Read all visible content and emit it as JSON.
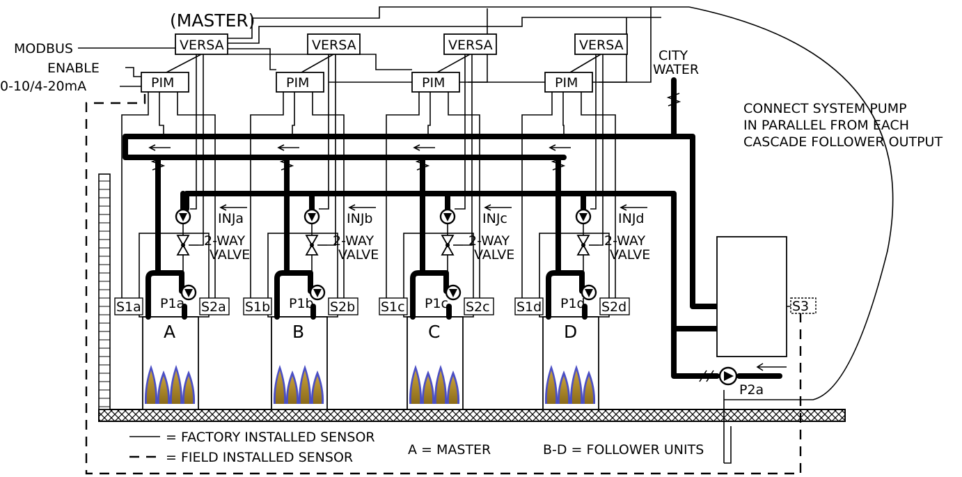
{
  "control": {
    "master_tag": "(MASTER)",
    "versa_label": "VERSA",
    "pim_label": "PIM",
    "modbus_label": "MODBUS",
    "enable_label": "ENABLE",
    "analog_label": "0-10/4-20mA"
  },
  "city_water": [
    "CITY",
    "WATER"
  ],
  "note": [
    "CONNECT SYSTEM PUMP",
    "IN PARALLEL FROM EACH",
    "CASCADE FOLLOWER OUTPUT"
  ],
  "valve_label": [
    "2-WAY",
    "VALVE"
  ],
  "units": [
    {
      "letter": "A",
      "pump": "P1a",
      "supply_sensor": "S1a",
      "return_sensor": "S2a",
      "injection": "INJa"
    },
    {
      "letter": "B",
      "pump": "P1b",
      "supply_sensor": "S1b",
      "return_sensor": "S2b",
      "injection": "INJb"
    },
    {
      "letter": "C",
      "pump": "P1c",
      "supply_sensor": "S1c",
      "return_sensor": "S2c",
      "injection": "INJc"
    },
    {
      "letter": "D",
      "pump": "P1d",
      "supply_sensor": "S1d",
      "return_sensor": "S2d",
      "injection": "INJd"
    }
  ],
  "system": {
    "sensor": "S3",
    "pump": "P2a"
  },
  "legend": {
    "factory": "= FACTORY INSTALLED SENSOR",
    "field": "= FIELD INSTALLED SENSOR",
    "master": "A = MASTER",
    "followers": "B-D = FOLLOWER UNITS"
  },
  "colors": {
    "flame_outer": "#4b4fc4",
    "flame_inner": "#b8902a",
    "line": "#000000"
  }
}
